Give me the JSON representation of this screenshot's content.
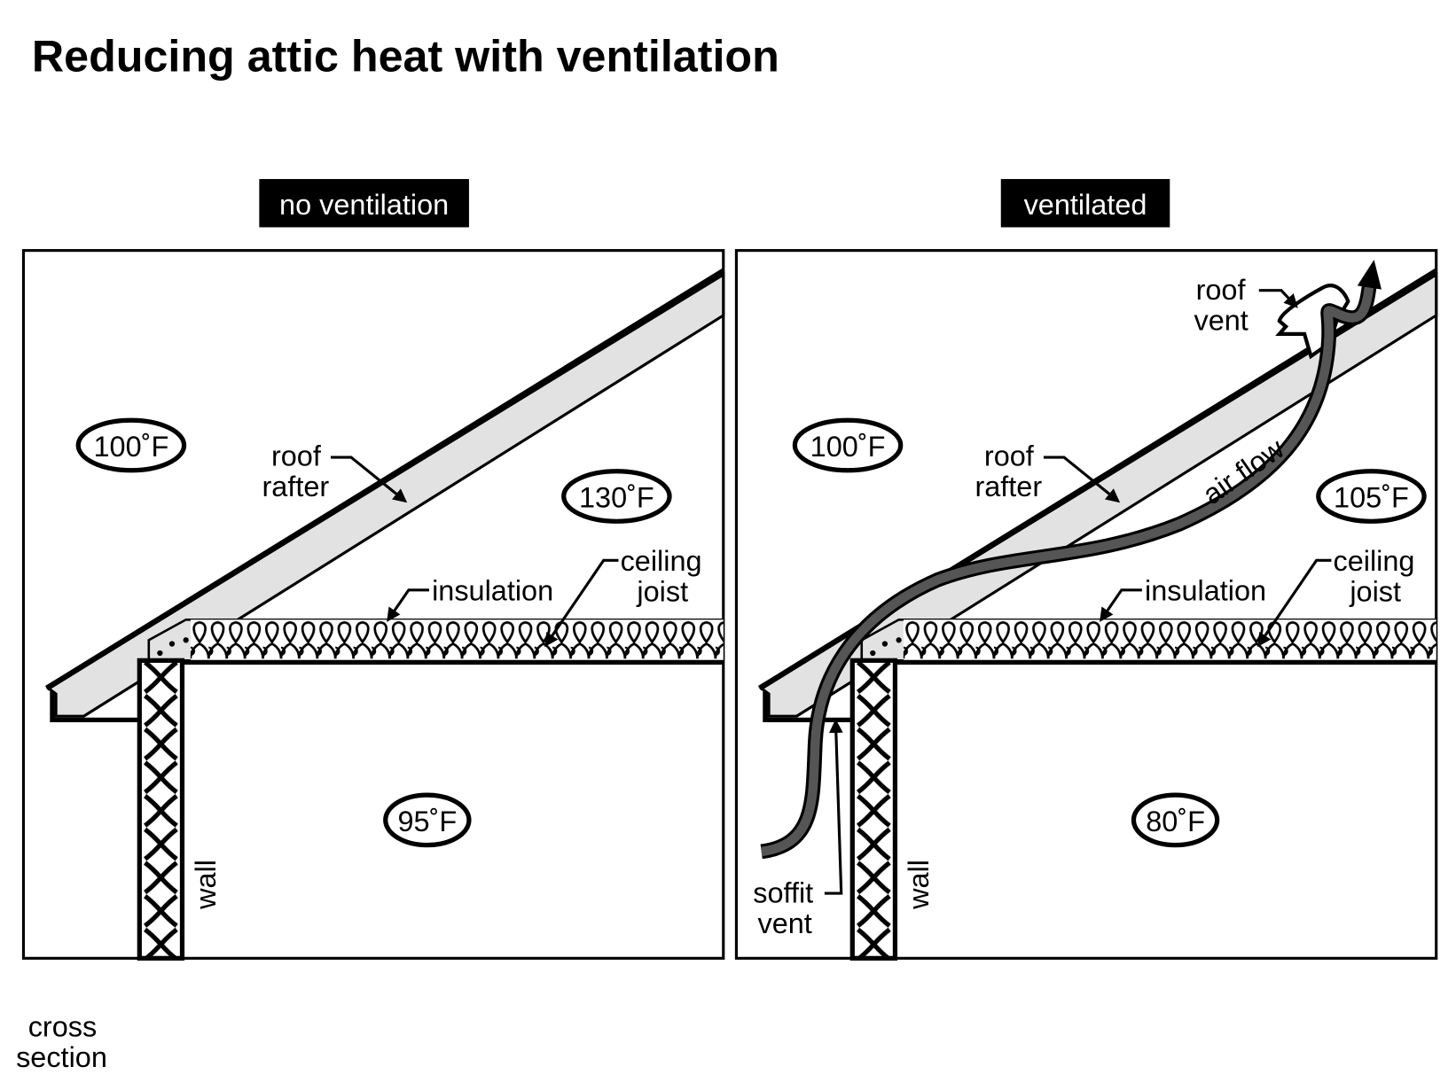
{
  "title": "Reducing attic heat with ventilation",
  "footer": {
    "line1": "cross",
    "line2": "section"
  },
  "panels": [
    {
      "heading": "no ventilation",
      "outside_temp": "100˚F",
      "attic_temp": "130˚F",
      "room_temp": "95˚F",
      "labels": {
        "roof": "roof",
        "rafter": "rafter",
        "insulation": "insulation",
        "ceiling": "ceiling",
        "joist": "joist",
        "wall": "wall"
      }
    },
    {
      "heading": "ventilated",
      "outside_temp": "100˚F",
      "attic_temp": "105˚F",
      "room_temp": "80˚F",
      "labels": {
        "roof": "roof",
        "rafter": "rafter",
        "insulation": "insulation",
        "ceiling": "ceiling",
        "joist": "joist",
        "wall": "wall",
        "roof_vent_1": "roof",
        "roof_vent_2": "vent",
        "air_flow": "air flow",
        "soffit_vent_1": "soffit",
        "soffit_vent_2": "vent"
      }
    }
  ],
  "colors": {
    "rafter_fill": "#e2e2e2",
    "airflow": "#555555"
  }
}
